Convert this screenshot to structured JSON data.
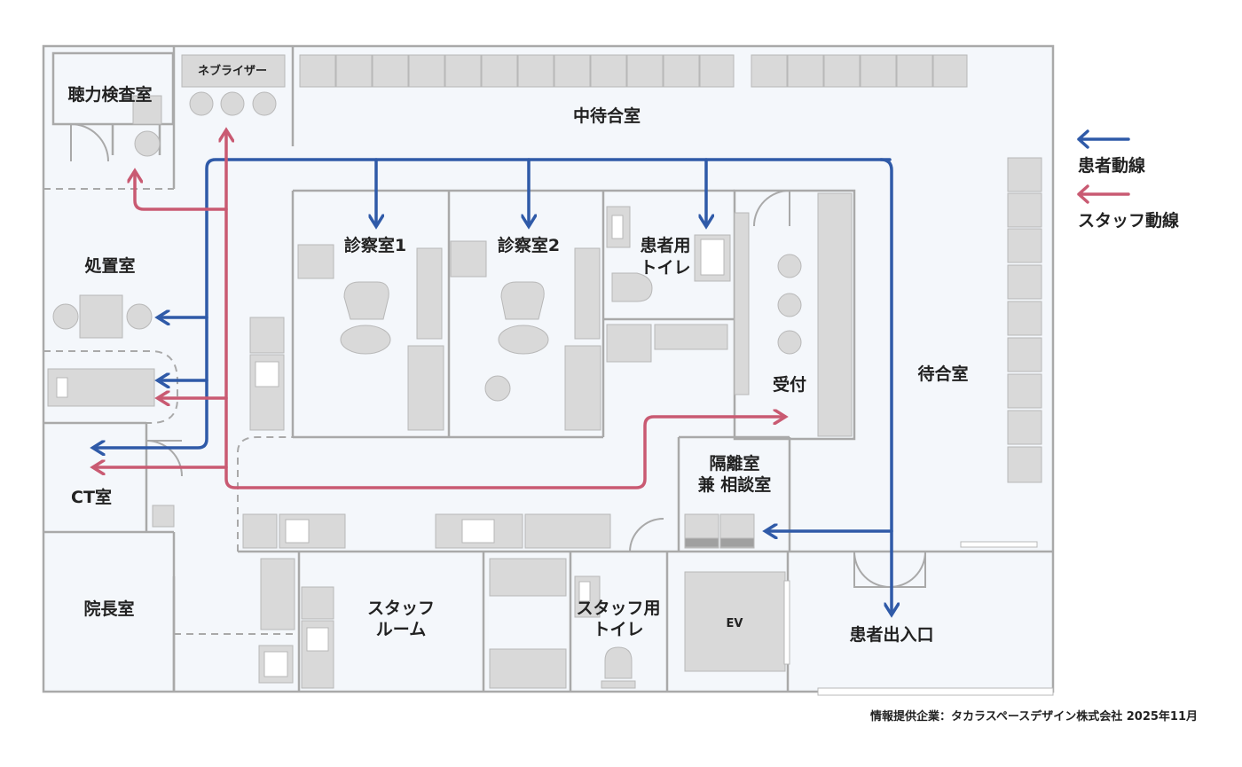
{
  "rooms": {
    "hearing_test": "聴力検査室",
    "nebulizer": "ネブライザー",
    "middle_waiting": "中待合室",
    "exam1": "診察室1",
    "exam2": "診察室2",
    "patient_toilet_line1": "患者用",
    "patient_toilet_line2": "トイレ",
    "treatment": "処置室",
    "reception": "受付",
    "waiting": "待合室",
    "isolation_line1": "隔離室",
    "isolation_line2": "兼 相談室",
    "ct": "CT室",
    "director": "院長室",
    "staff_room_line1": "スタッフ",
    "staff_room_line2": "ルーム",
    "staff_toilet_line1": "スタッフ用",
    "staff_toilet_line2": "トイレ",
    "elevator": "EV",
    "entrance": "患者出入口"
  },
  "legend": {
    "patient_flow": "患者動線",
    "staff_flow": "スタッフ動線"
  },
  "colors": {
    "patient_flow": "#2f5aa8",
    "staff_flow": "#c95a72",
    "wall": "#a9a9a9",
    "furniture": "#d9d9d9",
    "floor": "#f4f7fb"
  },
  "credit": "情報提供企業：タカラスペースデザイン株式会社 2025年11月"
}
